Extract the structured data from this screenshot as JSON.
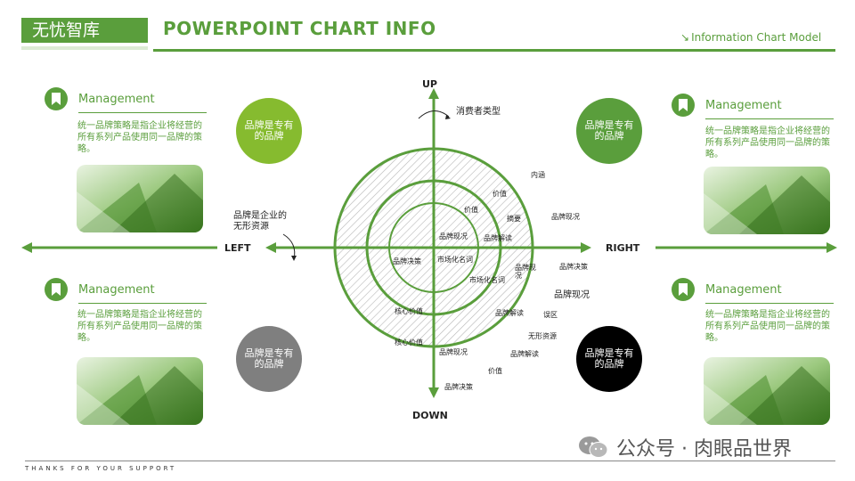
{
  "header": {
    "logo": "无忧智库",
    "title": "POWERPOINT CHART INFO",
    "subtitle": "Information Chart Model"
  },
  "panels": {
    "title": "Management",
    "text": "统一品牌策略是指企业将经营的所有系列产品使用同一品牌的策略。"
  },
  "circles": {
    "label": "品牌是专有的品牌",
    "colors": {
      "light_green": "#86bb2f",
      "green": "#5a9e3c",
      "gray": "#7f7f7f",
      "black": "#000000"
    }
  },
  "diagram": {
    "axes": {
      "up": "UP",
      "down": "DOWN",
      "left": "LEFT",
      "right": "RIGHT"
    },
    "notes": {
      "top": "消费者类型",
      "left_line1": "品牌是企业的",
      "left_line2": "无形资源"
    },
    "labels": {
      "neihan": "内涵",
      "jiazhi_outer": "价值",
      "jiazhi_inner": "价值",
      "zhaiyao": "摘要",
      "pinpai_xiankuang_r1": "品牌现况",
      "pinpai_xiankuang_center": "品牌现况",
      "pinpai_jiedu_c": "品牌解读",
      "pinpai_juece_left": "品牌决策",
      "shichang_1": "市场化名词",
      "shichang_2": "市场化名词",
      "pinpai_xiankuang_wrap_1": "品牌现",
      "pinpai_xiankuang_wrap_2": "况",
      "pinpai_juece_r": "品牌决策",
      "pinpai_xiankuang_r2": "品牌现况",
      "hexin_1": "核心价值",
      "hexin_2": "核心价值",
      "pinpai_jiedu_2": "品牌解读",
      "wuqu": "误区",
      "wuxing": "无形资源",
      "pinpai_jiedu_3": "品牌解读",
      "pinpai_xiankuang_b": "品牌现况",
      "jiazhi_b": "价值",
      "pinpai_juece_b": "品牌决策"
    }
  },
  "footer": {
    "tagline": "THANKS FOR YOUR SUPPORT",
    "watermark": "公众号 · 肉眼品世界"
  }
}
